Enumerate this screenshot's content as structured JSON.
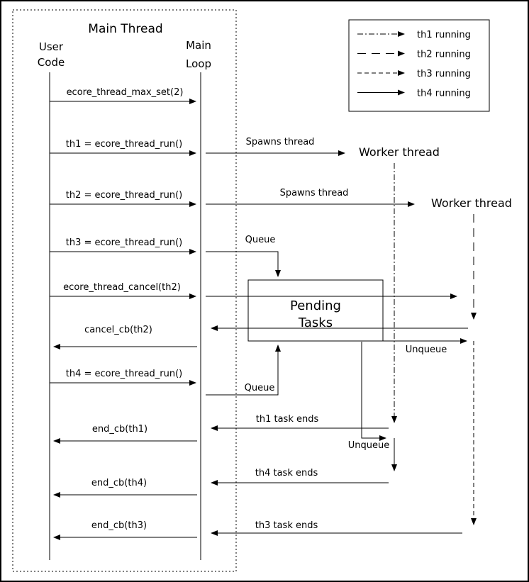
{
  "title": "Main Thread",
  "colors": {
    "line": "#000000",
    "background": "#ffffff"
  },
  "lifelines": {
    "user_code": {
      "line1": "User",
      "line2": "Code"
    },
    "main_loop": {
      "line1": "Main",
      "line2": "Loop"
    },
    "worker1": {
      "label": "Worker thread"
    },
    "worker2": {
      "label": "Worker thread"
    }
  },
  "legend": {
    "items": [
      {
        "label": "th1 running",
        "style": "dash-dot"
      },
      {
        "label": "th2 running",
        "style": "long-dash"
      },
      {
        "label": "th3 running",
        "style": "dash"
      },
      {
        "label": "th4 running",
        "style": "solid"
      }
    ]
  },
  "pending_tasks": {
    "line1": "Pending",
    "line2": "Tasks"
  },
  "messages": {
    "max_set": "ecore_thread_max_set(2)",
    "th1_run": "th1 = ecore_thread_run()",
    "spawns_thread_1": "Spawns thread",
    "th2_run": "th2 = ecore_thread_run()",
    "spawns_thread_2": "Spawns thread",
    "th3_run": "th3 = ecore_thread_run()",
    "queue_1": "Queue",
    "cancel_th2": "ecore_thread_cancel(th2)",
    "cancel_cb_th2": "cancel_cb(th2)",
    "unqueue_1": "Unqueue",
    "th4_run": "th4 = ecore_thread_run()",
    "queue_2": "Queue",
    "th1_task_ends": "th1 task ends",
    "end_cb_th1": "end_cb(th1)",
    "unqueue_2": "Unqueue",
    "th4_task_ends": "th4 task ends",
    "end_cb_th4": "end_cb(th4)",
    "th3_task_ends": "th3 task ends",
    "end_cb_th3": "end_cb(th3)"
  }
}
